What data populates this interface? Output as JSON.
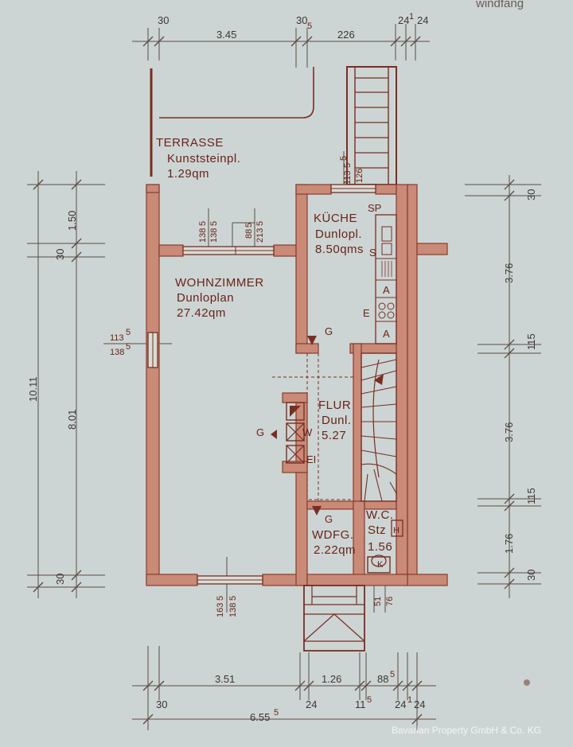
{
  "corner_text": "windfang",
  "watermark": "Bavarian Property GmbH & Co. KG",
  "rooms": {
    "terrasse": {
      "name": "TERRASSE",
      "floor": "Kunststeinpl.",
      "area": "1.29qm"
    },
    "kueche": {
      "name": "KÜCHE",
      "floor": "Dunlopl.",
      "area": "8.50qms"
    },
    "wohnzimmer": {
      "name": "WOHNZIMMER",
      "floor": "Dunloplan",
      "area": "27.42qm"
    },
    "flur": {
      "name": "FLUR",
      "floor": "Dunl.",
      "area": "5.27"
    },
    "wdfg": {
      "name": "WDFG.",
      "area": "2.22qm"
    },
    "wc": {
      "name": "W.C.",
      "floor": "Stz",
      "area": "1.56"
    }
  },
  "symbols": {
    "sp": "SP",
    "s": "S",
    "a1": "A",
    "a2": "A",
    "e": "E",
    "g_kitchen": "G",
    "g_flur": "G",
    "g_wdfg": "G",
    "w": "W",
    "ei": "EI",
    "h": "H",
    "k": "K"
  },
  "dims": {
    "top_30a": "30",
    "top_345": "3.45",
    "top_30b": "30",
    "top_5": "5",
    "top_226": "226",
    "top_24a": "24",
    "top_1": "1",
    "top_24b": "24",
    "win_113": "113",
    "win_113_sup": "5",
    "win_126": "126",
    "win_5": "5",
    "liv_138a": "138",
    "liv_138a_sup": "5",
    "liv_138b": "138",
    "liv_138b_sup": "5",
    "liv_88": "88",
    "liv_88_sup": "5",
    "liv_213": "213",
    "liv_213_sup": "5",
    "left_1011": "10.11",
    "left_150": "1.50",
    "left_30top": "30",
    "left_801": "8.01",
    "left_30bot": "30",
    "side_113": "113",
    "side_113_sup": "5",
    "side_138": "138",
    "side_138_sup": "5",
    "right_30top": "30",
    "right_376a": "3.76",
    "right_115a": "115",
    "right_376b": "3.76",
    "right_115b": "115",
    "right_176": "1.76",
    "right_30bot": "30",
    "bot_163": "163",
    "bot_163_sup": "5",
    "bot_138": "138",
    "bot_138_sup": "5",
    "bot_51": "51",
    "bot_76": "76",
    "bot_351": "3.51",
    "bot_126": "1.26",
    "bot_88": "88",
    "bot_88_sup": "5",
    "bot_30": "30",
    "bot_24a": "24",
    "bot_11": "11",
    "bot_11_sup": "5",
    "bot_24b": "24",
    "bot_1": "1",
    "bot_24c": "24",
    "bot_655": "6.55",
    "bot_655_sup": "5"
  }
}
